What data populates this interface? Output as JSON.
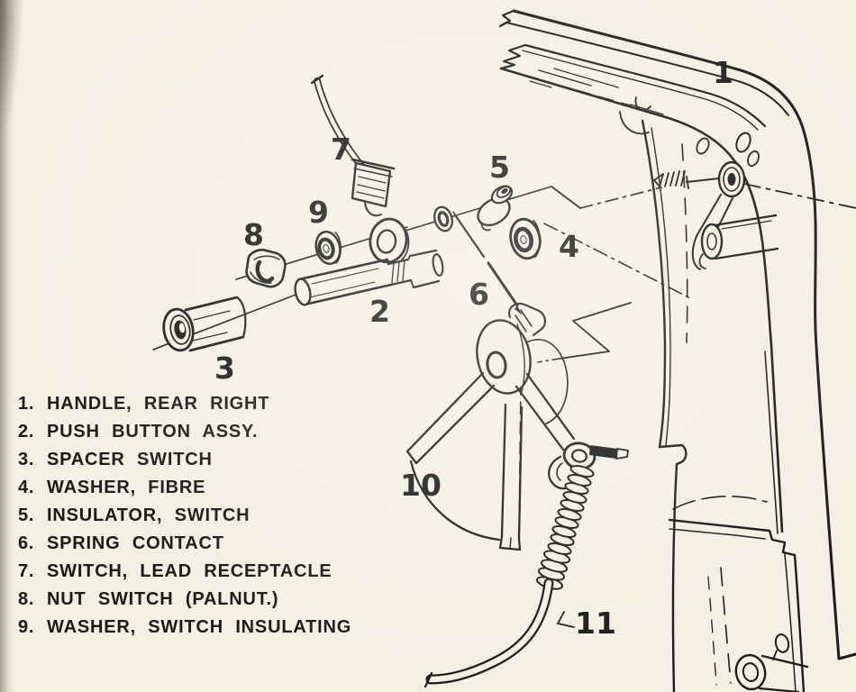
{
  "page": {
    "background_color": "#f3efe3",
    "ink_color": "#1b1b1b"
  },
  "parts_list": {
    "items": [
      {
        "number": "1.",
        "name": "HANDLE, REAR RIGHT"
      },
      {
        "number": "2.",
        "name": "PUSH BUTTON ASSY."
      },
      {
        "number": "3.",
        "name": "SPACER SWITCH"
      },
      {
        "number": "4.",
        "name": "WASHER, FIBRE"
      },
      {
        "number": "5.",
        "name": "INSULATOR, SWITCH"
      },
      {
        "number": "6.",
        "name": "SPRING CONTACT"
      },
      {
        "number": "7.",
        "name": "SWITCH, LEAD RECEPTACLE"
      },
      {
        "number": "8.",
        "name": "NUT SWITCH (PALNUT.)"
      },
      {
        "number": "9.",
        "name": "WASHER, SWITCH INSULATING"
      }
    ]
  },
  "callouts": {
    "c1": "1",
    "c2": "2",
    "c3": "3",
    "c4": "4",
    "c5": "5",
    "c6": "6",
    "c7": "7",
    "c8": "8",
    "c9": "9",
    "c10": "10",
    "c11": "11"
  }
}
